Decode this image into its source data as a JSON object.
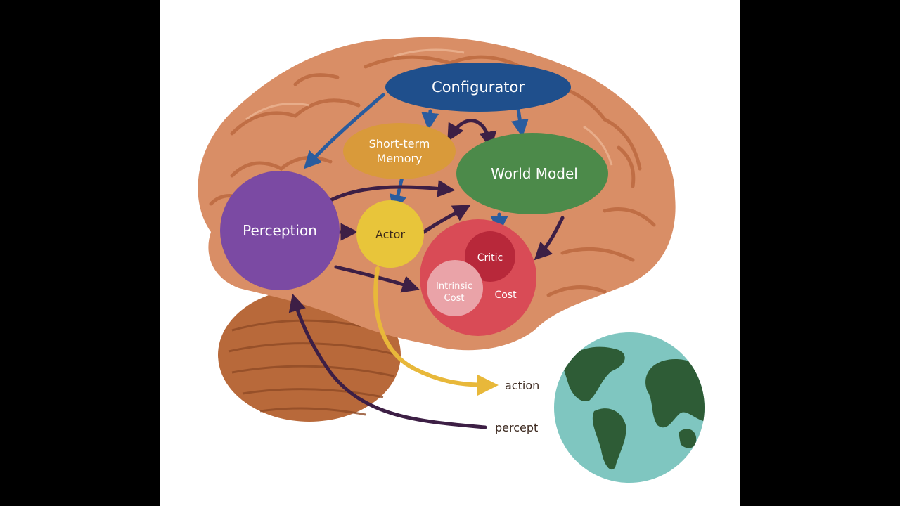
{
  "colors": {
    "background": "#000000",
    "canvas": "#ffffff",
    "brain": "#d98e66",
    "brain_dark": "#b8643a",
    "cerebellum": "#b8693a",
    "configurator": "#1f4f8c",
    "memory": "#d99a3a",
    "world_model": "#4c8a4a",
    "perception": "#7b4aa3",
    "actor": "#e8c53a",
    "cost": "#d94b56",
    "critic": "#b8283a",
    "intrinsic_cost": "#eaa3a8",
    "arrow_blue": "#2a5c9e",
    "arrow_dark": "#3d1f45",
    "arrow_action": "#e8b83a",
    "globe_water": "#7fc6c0",
    "globe_land": "#2e5c36"
  },
  "diagram": {
    "nodes": {
      "configurator": "Configurator",
      "short_term_memory_line1": "Short-term",
      "short_term_memory_line2": "Memory",
      "world_model": "World Model",
      "perception": "Perception",
      "actor": "Actor",
      "critic": "Critic",
      "intrinsic_cost_line1": "Intrinsic",
      "intrinsic_cost_line2": "Cost",
      "cost": "Cost"
    },
    "labels": {
      "action": "action",
      "percept": "percept"
    },
    "icons": {
      "brain": "brain-illustration",
      "globe": "earth-globe"
    }
  }
}
